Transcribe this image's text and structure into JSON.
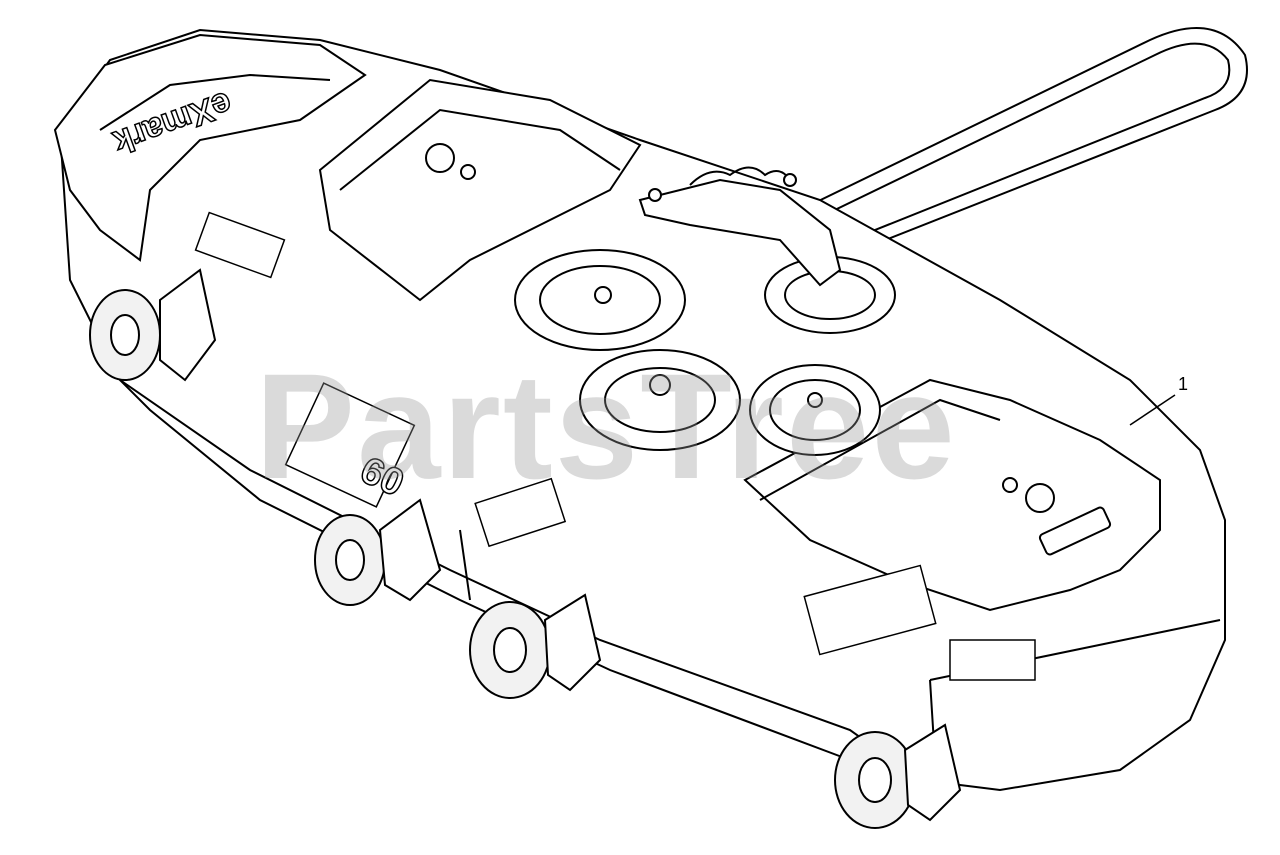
{
  "diagram": {
    "callouts": [
      {
        "label": "1"
      }
    ],
    "watermark": "PartsTree",
    "deck_decal_text": "60",
    "brand_logo_text": "eXmark",
    "colors": {
      "line": "#000000",
      "fill": "#ffffff",
      "wheel_fill": "#f2f2f2",
      "watermark": "#969696"
    }
  }
}
